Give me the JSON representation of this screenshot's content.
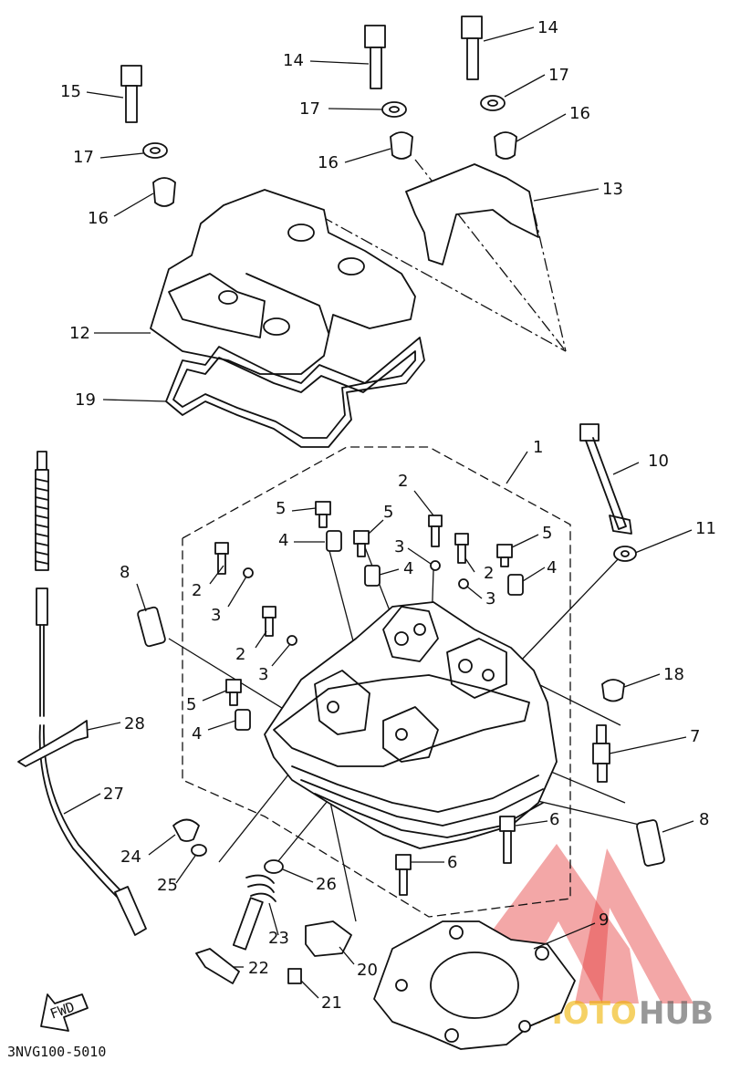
{
  "diagram_code": "3NVG100-5010",
  "fwd_label": "FWD",
  "watermark": {
    "part_a": "AUTOMOTO",
    "part_b": "HUB",
    "colors": {
      "triangle": "#e43c3c",
      "text_a": "#f0b400",
      "text_b": "#555555"
    }
  },
  "callouts": [
    {
      "id": "c1",
      "text": "1"
    },
    {
      "id": "c2a",
      "text": "2"
    },
    {
      "id": "c2b",
      "text": "2"
    },
    {
      "id": "c2c",
      "text": "2"
    },
    {
      "id": "c2d",
      "text": "2"
    },
    {
      "id": "c3a",
      "text": "3"
    },
    {
      "id": "c3b",
      "text": "3"
    },
    {
      "id": "c3c",
      "text": "3"
    },
    {
      "id": "c3d",
      "text": "3"
    },
    {
      "id": "c4a",
      "text": "4"
    },
    {
      "id": "c4b",
      "text": "4"
    },
    {
      "id": "c4c",
      "text": "4"
    },
    {
      "id": "c4d",
      "text": "4"
    },
    {
      "id": "c5a",
      "text": "5"
    },
    {
      "id": "c5b",
      "text": "5"
    },
    {
      "id": "c5c",
      "text": "5"
    },
    {
      "id": "c5d",
      "text": "5"
    },
    {
      "id": "c6a",
      "text": "6"
    },
    {
      "id": "c6b",
      "text": "6"
    },
    {
      "id": "c7",
      "text": "7"
    },
    {
      "id": "c8a",
      "text": "8"
    },
    {
      "id": "c8b",
      "text": "8"
    },
    {
      "id": "c9",
      "text": "9"
    },
    {
      "id": "c10",
      "text": "10"
    },
    {
      "id": "c11",
      "text": "11"
    },
    {
      "id": "c12",
      "text": "12"
    },
    {
      "id": "c13",
      "text": "13"
    },
    {
      "id": "c14a",
      "text": "14"
    },
    {
      "id": "c14b",
      "text": "14"
    },
    {
      "id": "c15",
      "text": "15"
    },
    {
      "id": "c16a",
      "text": "16"
    },
    {
      "id": "c16b",
      "text": "16"
    },
    {
      "id": "c16c",
      "text": "16"
    },
    {
      "id": "c17a",
      "text": "17"
    },
    {
      "id": "c17b",
      "text": "17"
    },
    {
      "id": "c17c",
      "text": "17"
    },
    {
      "id": "c18",
      "text": "18"
    },
    {
      "id": "c19",
      "text": "19"
    },
    {
      "id": "c20",
      "text": "20"
    },
    {
      "id": "c21",
      "text": "21"
    },
    {
      "id": "c22",
      "text": "22"
    },
    {
      "id": "c23",
      "text": "23"
    },
    {
      "id": "c24",
      "text": "24"
    },
    {
      "id": "c25",
      "text": "25"
    },
    {
      "id": "c26",
      "text": "26"
    },
    {
      "id": "c27",
      "text": "27"
    },
    {
      "id": "c28",
      "text": "28"
    }
  ]
}
